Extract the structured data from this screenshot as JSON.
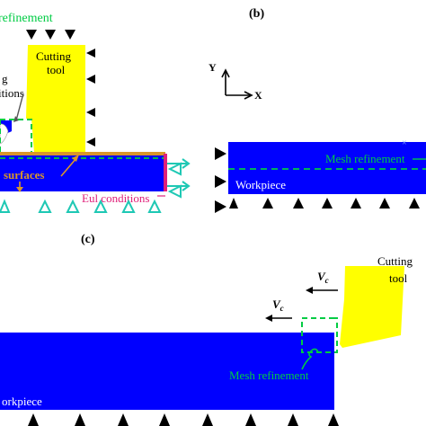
{
  "panel_a": {
    "mesh_refinement_label": "refinement",
    "tool_label_line1": "Cutting",
    "tool_label_line2": "tool",
    "conditions_fragment_1": "g",
    "conditions_fragment_2": "itions",
    "surfaces_label": "surfaces",
    "eul_conditions_label": "Eul conditions"
  },
  "panel_b": {
    "panel_label": "(b)",
    "axis_y": "Y",
    "axis_x": "X",
    "mesh_refinement_label": "Mesh refinement",
    "workpiece_label": "Workpiece"
  },
  "panel_c": {
    "panel_label": "(c)",
    "velocity_label_1": "V",
    "velocity_sub_1": "c",
    "velocity_label_2": "V",
    "velocity_sub_2": "c",
    "tool_label_line1": "Cutting",
    "tool_label_line2": "tool",
    "mesh_refinement_label": "Mesh refinement",
    "workpiece_label": "orkpiece"
  },
  "colors": {
    "workpiece_blue": "#0000ff",
    "tool_yellow": "#ffff00",
    "refinement_green": "#00cc44",
    "inlet_teal": "#1ec8b4",
    "eul_magenta": "#e0207a",
    "surface_orange": "#d9962a",
    "text_white": "#ffffff",
    "text_black": "#000000"
  }
}
